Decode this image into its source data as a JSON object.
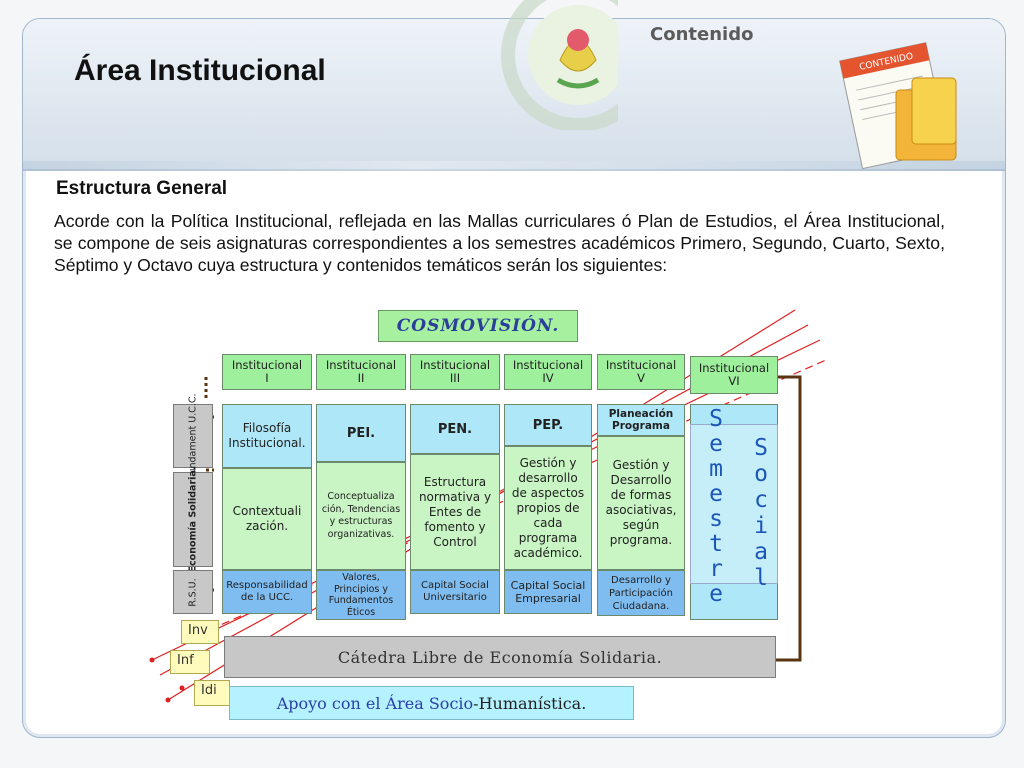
{
  "header": {
    "title": "Área Institucional",
    "contents_label": "Contenido",
    "books_label": "CONTENIDO"
  },
  "section": {
    "heading": "Estructura General",
    "paragraph": "Acorde con la Política Institucional, reflejada en las Mallas curriculares ó Plan de Estudios,  el Área Institucional, se compone de seis asignaturas correspondientes a los semestres académicos Primero, Segundo, Cuarto, Sexto, Séptimo y Octavo cuya estructura y contenidos temáticos serán los siguientes:"
  },
  "diagram": {
    "top_label": "COSMOVISIÓN.",
    "columns": [
      {
        "header": "Institucional I"
      },
      {
        "header": "Institucional II"
      },
      {
        "header": "Institucional III"
      },
      {
        "header": "Institucional IV"
      },
      {
        "header": "Institucional V"
      },
      {
        "header": "Institucional VI"
      }
    ],
    "row_labels": {
      "fundament": "Fundament U.C.C.",
      "economia": "Economía Solidaria.",
      "rsu": "R.S.U."
    },
    "cells": {
      "c1_top": "Filosofía Institucional.",
      "c1_mid": "Contextuali zación.",
      "c1_bottom": "Responsabilidad de la UCC.",
      "c2_top": "PEI.",
      "c2_mid": "Conceptualiza ción, Tendencias y estructuras organizativas.",
      "c2_bottom": "Valores, Principios y Fundamentos Éticos",
      "c3_top": "PEN.",
      "c3_mid": "Estructura normativa y Entes de fomento y Control",
      "c3_bottom": "Capital Social Universitario",
      "c4_top": "PEP.",
      "c4_mid": "Gestión y desarrollo de aspectos propios de cada programa académico.",
      "c4_bottom": "Capital Social Empresarial",
      "c5_top": "Planeación Programa",
      "c5_mid": "Gestión y Desarrollo de formas asociativas, según programa.",
      "c5_bottom": "Desarrollo y Participación Ciudadana."
    },
    "vertical_words": {
      "left": "Semestre",
      "right": "Social"
    },
    "tags": {
      "inv": "Inv",
      "inf": "Inf",
      "idi": "Idi"
    },
    "catedra": "Cátedra Libre de Economía Solidaria.",
    "apoyo_prefix": "Apoyo con el Área Socio",
    "apoyo_suffix": "-Humanística.",
    "colors": {
      "header_green": "#9ef09c",
      "cell_blue": "#aee7f7",
      "cell_green": "#c8f5c3",
      "rsu_blue": "#7fbcef",
      "arrow_red": "#e02020",
      "connector_brown": "#5a3412"
    }
  }
}
